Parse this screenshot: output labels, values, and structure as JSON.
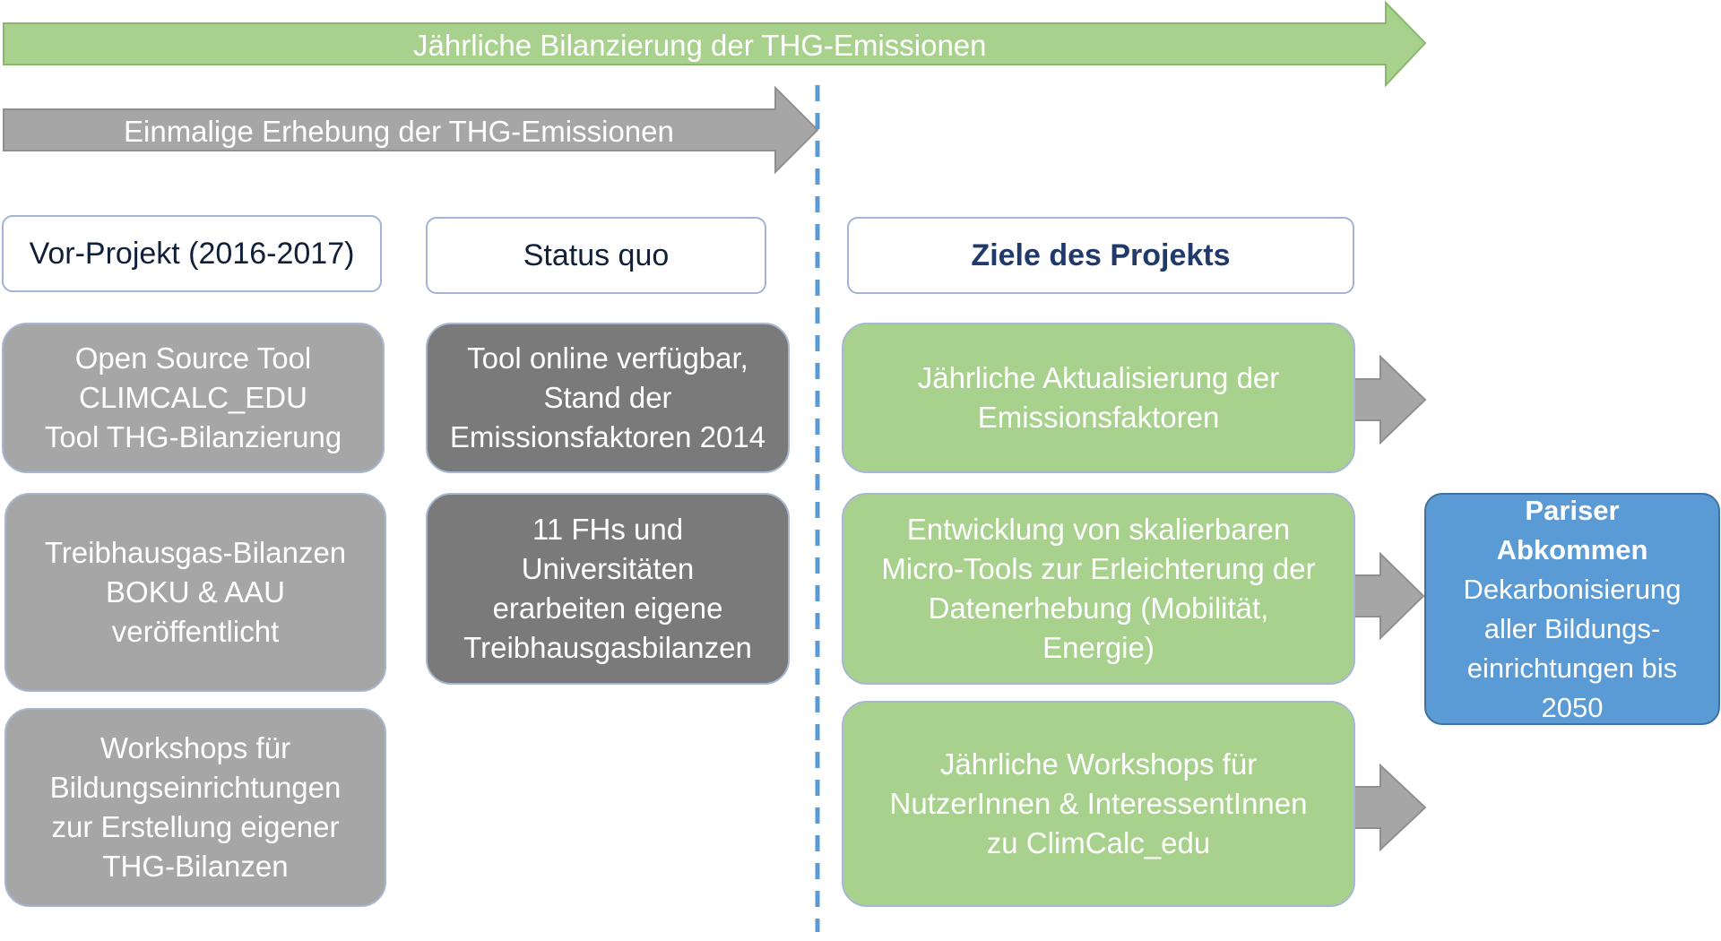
{
  "timeline": {
    "annual_label": "Jährliche Bilanzierung der THG-Emissionen",
    "one_time_label": "Einmalige Erhebung der THG-Emissionen"
  },
  "columns": {
    "pre_project": {
      "header": "Vor-Projekt (2016-2017)",
      "cards": [
        "Open Source Tool\nCLIMCALC_EDU\nTool THG-Bilanzierung",
        "Treibhausgas-Bilanzen\nBOKU & AAU\nveröffentlicht",
        "Workshops für\nBildungseinrichtungen\nzur Erstellung eigener\nTHG-Bilanzen"
      ]
    },
    "status_quo": {
      "header": "Status quo",
      "cards": [
        "Tool online verfügbar,\nStand der\nEmissionsfaktoren 2014",
        "11 FHs und\nUniversitäten\nerarbeiten eigene\nTreibhausgasbilanzen"
      ]
    },
    "goals": {
      "header": "Ziele des Projekts",
      "cards": [
        "Jährliche Aktualisierung der\nEmissionsfaktoren",
        "Entwicklung von skalierbaren\nMicro-Tools  zur Erleichterung der\nDatenerhebung (Mobilität,\nEnergie)",
        "Jährliche Workshops für\nNutzerInnen & InteressentInnen\nzu ClimCalc_edu"
      ]
    }
  },
  "final_goal": {
    "title": "Pariser\nAbkommen",
    "text": "Dekarbonisierung\naller Bildungs-\neinrichtungen bis\n2050"
  },
  "colors": {
    "annual_arrow": "#a9d18e",
    "one_time_arrow": "#a6a6a6",
    "connector_arrow": "#a6a6a6",
    "divider": "#5b9bd5",
    "final_goal": "#5b9bd5"
  }
}
